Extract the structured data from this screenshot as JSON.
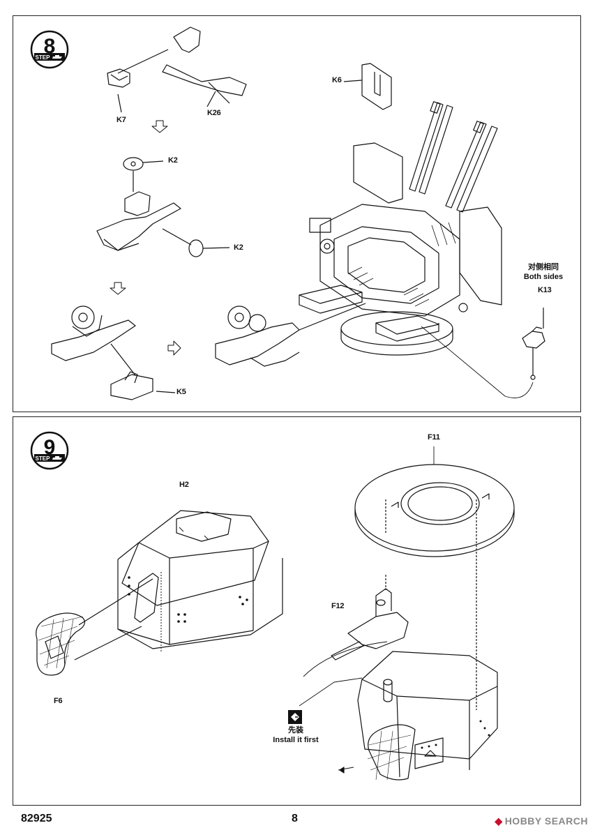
{
  "steps": [
    {
      "number": "8",
      "badge_text": "STEP"
    },
    {
      "number": "9",
      "badge_text": "STEP"
    }
  ],
  "step8": {
    "parts": {
      "k7": "K7",
      "k26": "K26",
      "k2a": "K2",
      "k2b": "K2",
      "k5": "K5",
      "k6": "K6",
      "k13": "K13"
    },
    "note_cn": "对侧相同",
    "note_en": "Both sides"
  },
  "step9": {
    "parts": {
      "h2": "H2",
      "f6": "F6",
      "f11": "F11",
      "f12": "F12"
    },
    "note_cn": "先装",
    "note_en": "Install it first"
  },
  "footer": {
    "code": "82925",
    "page": "8"
  },
  "watermark": {
    "logo": "HOBBY",
    "text": "HOBBY SEARCH"
  },
  "icons": [
    "step-tank-badge",
    "arrow-down-outline",
    "arrow-right-outline",
    "install-first-icon"
  ]
}
